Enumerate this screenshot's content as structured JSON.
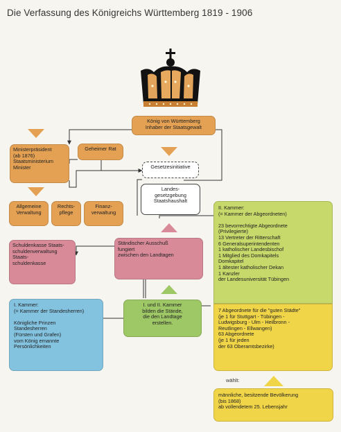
{
  "title": "Die Verfassung des Königreichs Württemberg 1819 - 1906",
  "colors": {
    "orange": "#e4a154",
    "pink": "#d98a99",
    "blue": "#84c3e0",
    "green": "#9ec766",
    "yellow": "#f1d548",
    "lime": "#c6d96a"
  },
  "crown_icon": "crown-icon",
  "boxes": {
    "koenig": "König von Württemberg\nInhaber der Staatsgewalt",
    "ministerpraesident": "Ministerpräsident\n(ab 1876)\nStaatsministerium\nMinister",
    "geheimer_rat": "Geheimer Rat",
    "gesetzesinitiative": "Gesetzesinitiative",
    "landesgesetzgebung": "Landes-\ngesetzgebung\nStaatshaushalt",
    "verwaltung": "Allgemeine\nVerwaltung",
    "rechtspflege": "Rechts-\npflege",
    "finanzverwaltung": "Finanz-\nverwaltung",
    "schuldenkasse": "Schuldenkasse Staats-\nschuldenverwaltung\nStaats-\nschuldenkasse",
    "ausschuss": "Ständischer Ausschuß\nfungiert\nzwischen den Landtagen",
    "erste_kammer": "I. Kammer:\n(= Kammer der Standesherren)\n\nKönigliche Prinzen\nStandesherren\n(Fürsten und Grafen)\nvom König ernannte\nPersönlichkeiten",
    "landtag": "I. und II. Kammer\nbilden die Stände,\ndie den Landtage\nerstellen.",
    "zweite_kammer": "II. Kammer:\n(= Kammer der Abgeordneten)\n\n23 bevorrechtigte Abgeordnete\n(Privilegierte)\n13 Vertreter der Ritterschaft\n6 Generalsuperintendenten\n1 katholischer Landesbischof\n1 Mitglied des Domkapitels\nDomkapitel\n1 ältester katholischer Dekan\n1 Kanzler\nder Landesuniversität Tübingen",
    "abgeordnete": "7 Abgeordnete für die \"guten Städte\"\n(je 1 für Stuttgart - Tübingen -\nLudwigsburg - Ulm - Heilbronn -\nReutlingen - Ellwangen)\n63 Abgeordnete\n(je 1 für jeden\nder 63 Oberamtsbezirke)",
    "waehler_label": "wählt:",
    "waehler": "männliche, besitzende Bevölkerung\n(bis 1868)\nab vollendetem 25. Lebensjahr"
  }
}
